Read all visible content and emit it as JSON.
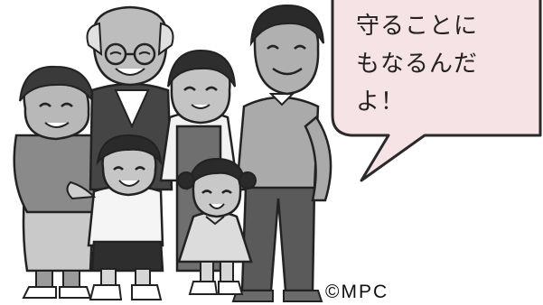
{
  "speech_bubble": {
    "lines": [
      "守ることに",
      "もなるんだ",
      "よ！"
    ],
    "fill_color": "#f6e3e6",
    "stroke_color": "#2a2a2a"
  },
  "illustration": {
    "subject": "family-group",
    "members": [
      "grandmother",
      "grandfather",
      "girl-older",
      "father",
      "boy",
      "girl-younger"
    ],
    "style": "grayscale-cartoon"
  },
  "copyright": "©MPC"
}
